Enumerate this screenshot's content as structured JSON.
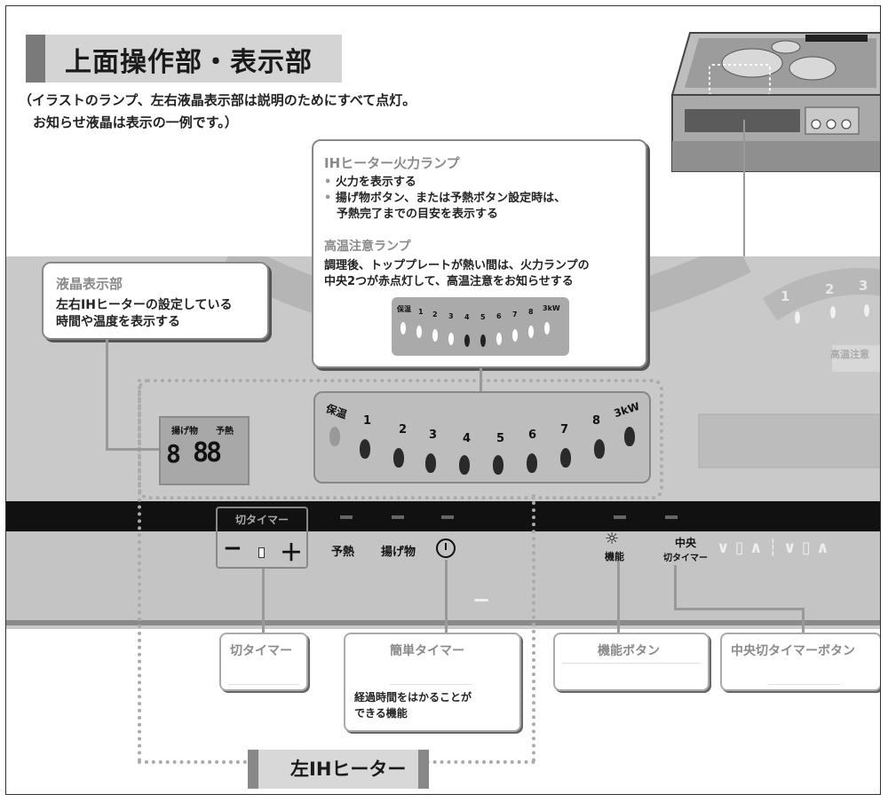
{
  "header": {
    "title": "上面操作部・表示部",
    "note_line1": "（イラストのランプ、左右液晶表示部は説明のためにすべて点灯。",
    "note_line2": "お知らせ液晶は表示の一例です。）"
  },
  "ih_lamp_callout": {
    "heading": "IHヒーター火力ランプ",
    "bullet1": "火力を表示する",
    "bullet2a": "揚げ物ボタン、または予熱ボタン設定時は、",
    "bullet2b": "予熱完了までの目安を表示する",
    "sub_heading": "高温注意ランプ",
    "desc1": "調理後、トッププレートが熱い間は、火力ランプの",
    "desc2": "中央2つが赤点灯して、高温注意をお知らせする",
    "mini_labels": [
      "保温",
      "1",
      "2",
      "3",
      "4",
      "5",
      "6",
      "7",
      "8",
      "3kW"
    ]
  },
  "lcd_callout": {
    "heading": "液晶表示部",
    "desc1": "左右IHヒーターの設定している",
    "desc2": "時間や温度を表示する"
  },
  "lcd": {
    "label_fry": "揚げ物",
    "label_preheat": "予熱",
    "digit_small": "8",
    "digits": "88"
  },
  "power_labels": [
    "保温",
    "1",
    "2",
    "3",
    "4",
    "5",
    "6",
    "7",
    "8",
    "3kW"
  ],
  "controls": {
    "timer_label": "切タイマー",
    "minus": "−",
    "plus": "＋",
    "preheat": "予熱",
    "fry": "揚げ物",
    "func": "機能",
    "center_a": "中央",
    "center_b": "切タイマー"
  },
  "labels": {
    "off_timer": "切タイマー",
    "easy_timer": "簡単タイマー",
    "easy_timer_desc1": "経過時間をはかることが",
    "easy_timer_desc2": "できる機能",
    "func_button": "機能ボタン",
    "center_timer_button": "中央切タイマーボタン",
    "left_heater": "左IHヒーター"
  },
  "right_panel": {
    "nums": [
      "1",
      "2",
      "3"
    ],
    "warn": "高温注意"
  }
}
